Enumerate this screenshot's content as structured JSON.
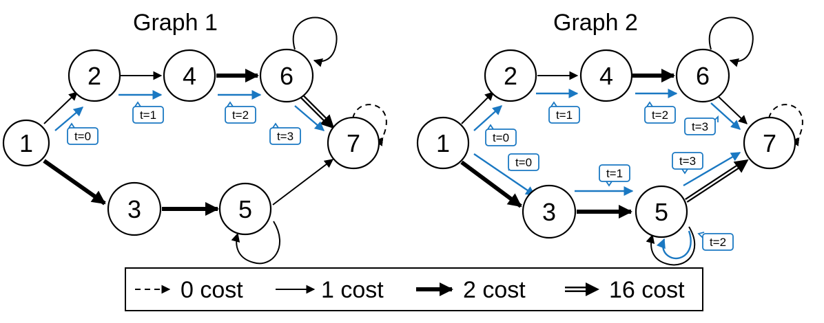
{
  "graphs": [
    {
      "title": "Graph 1",
      "nodes": [
        "1",
        "2",
        "3",
        "4",
        "5",
        "6",
        "7"
      ],
      "step_labels": [
        "t=0",
        "t=1",
        "t=2",
        "t=3"
      ]
    },
    {
      "title": "Graph 2",
      "nodes": [
        "1",
        "2",
        "3",
        "4",
        "5",
        "6",
        "7"
      ],
      "step_labels": [
        "t=0",
        "t=1",
        "t=2",
        "t=0",
        "t=1",
        "t=2",
        "t=3",
        "t=3"
      ]
    }
  ],
  "legend": {
    "items": [
      "0 cost",
      "1 cost",
      "2 cost",
      "16 cost"
    ]
  },
  "colors": {
    "edge": "#000000",
    "path": "#1a78c2"
  }
}
